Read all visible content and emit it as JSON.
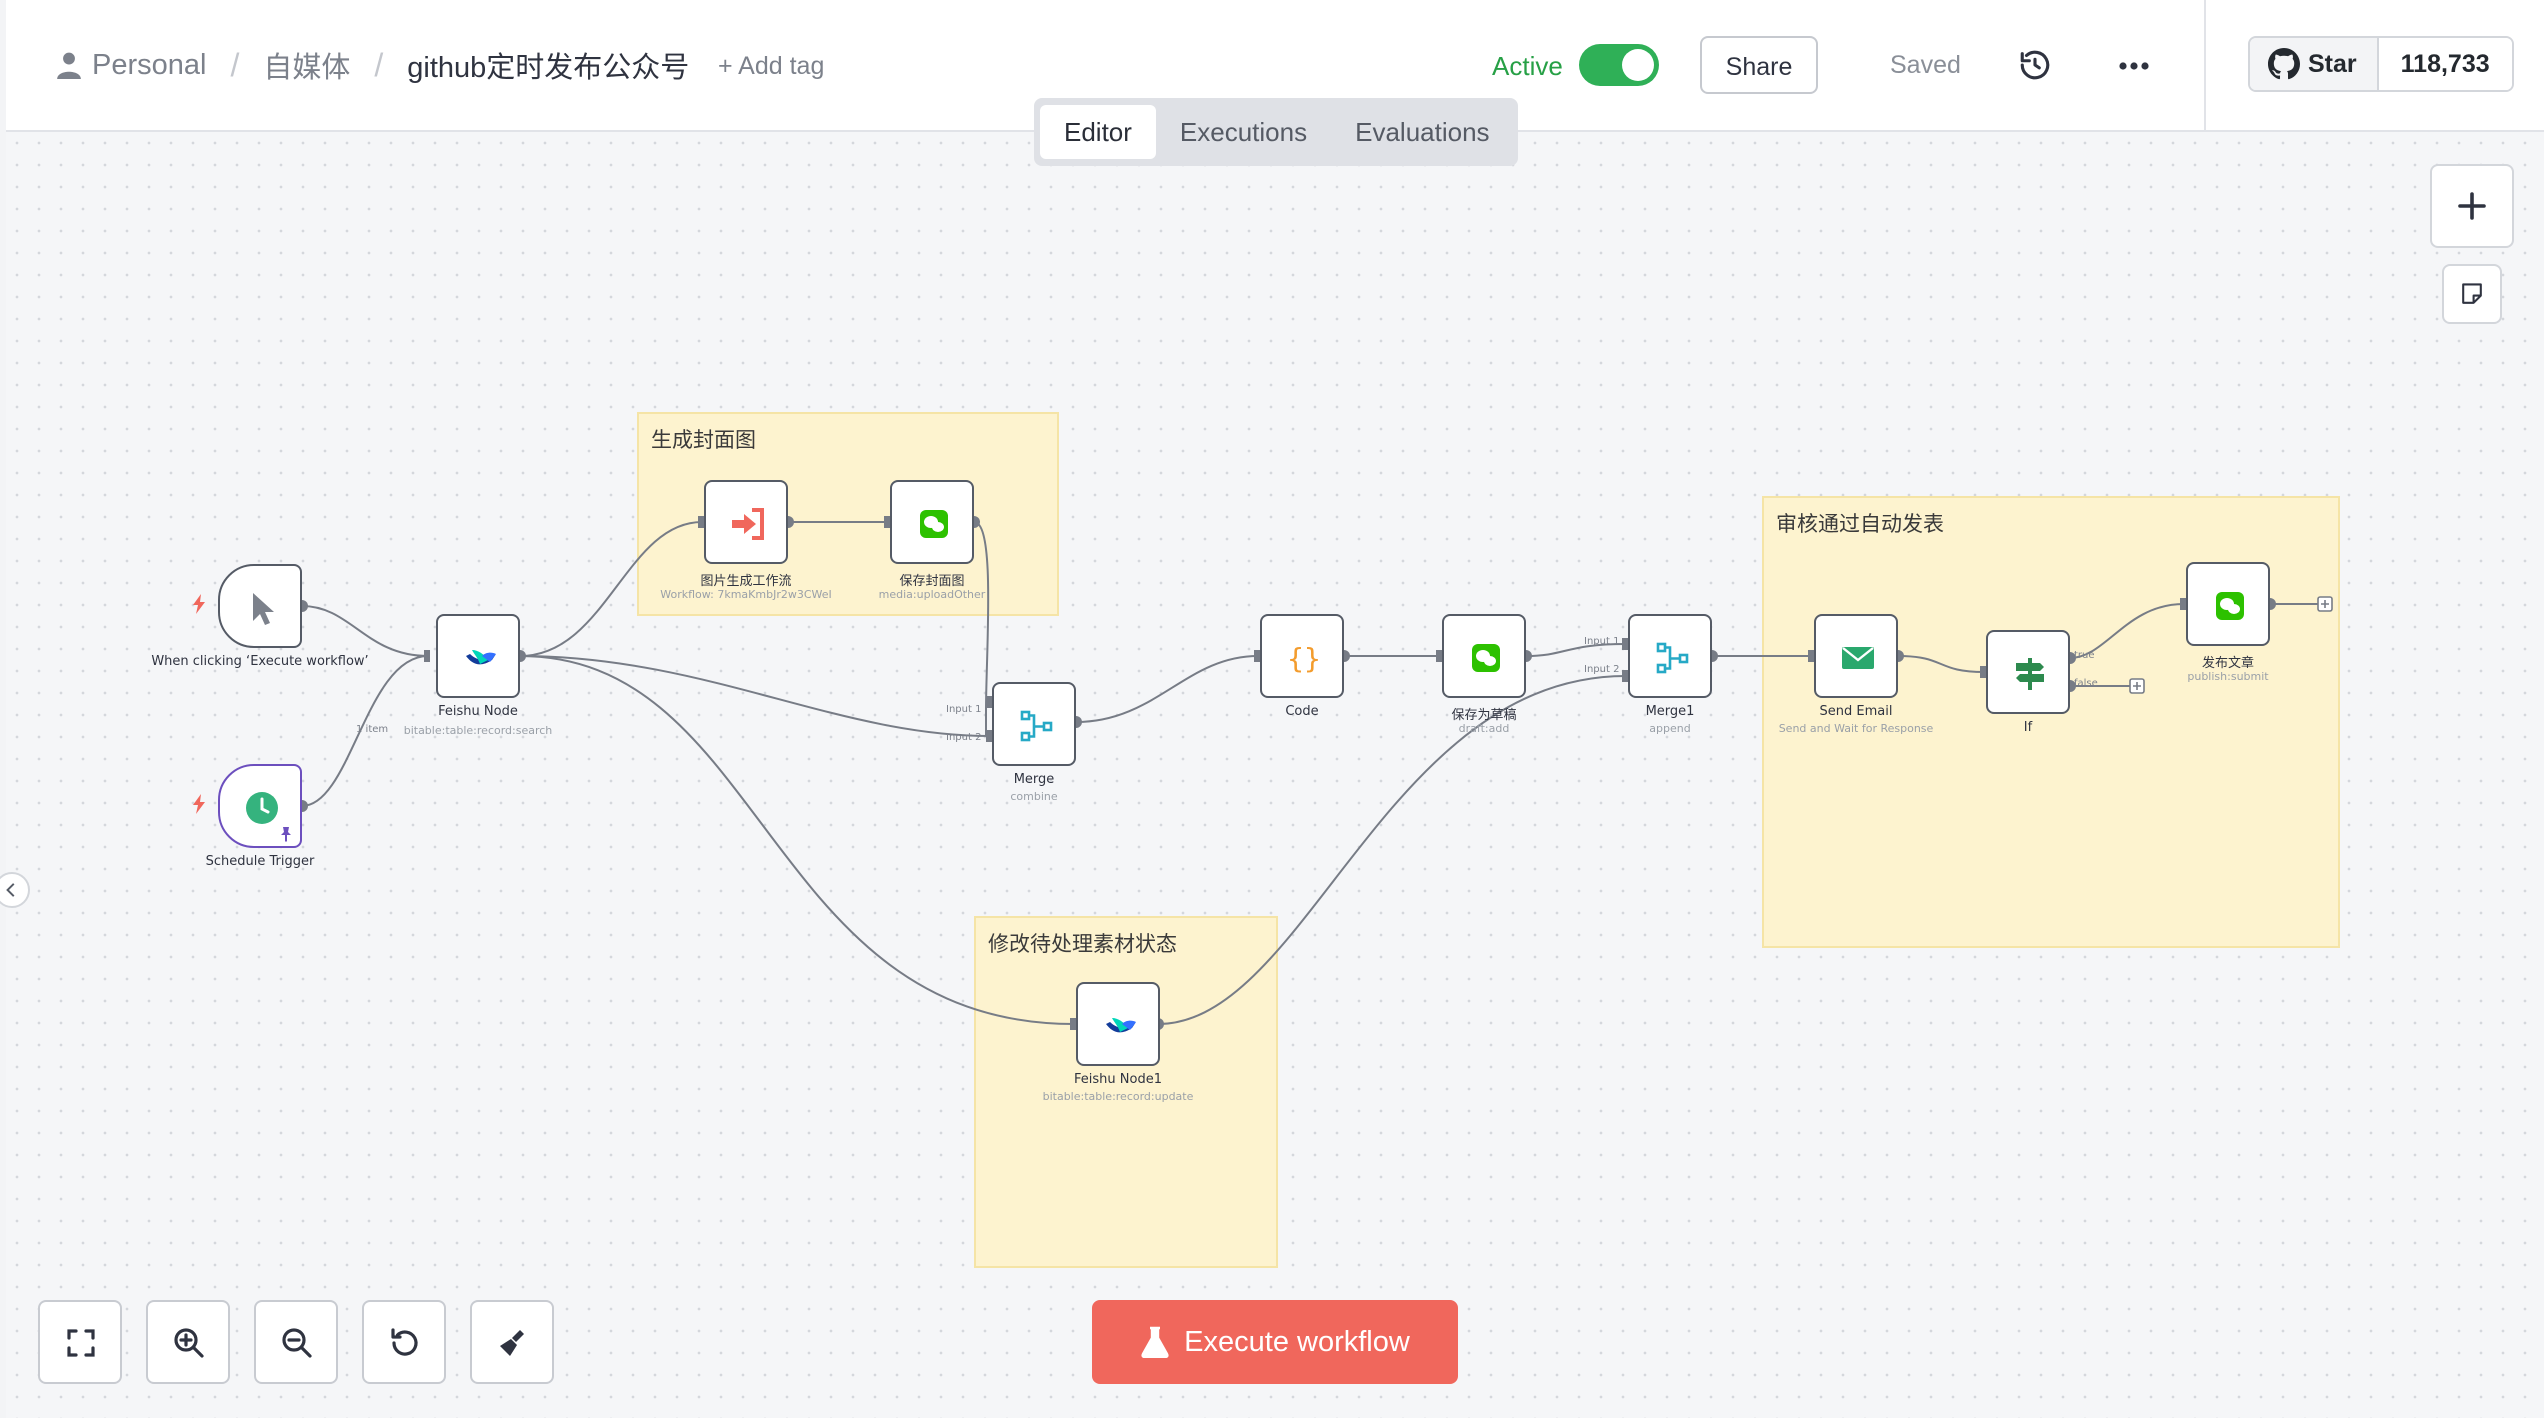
{
  "header": {
    "breadcrumb": [
      "Personal",
      "自媒体",
      "github定时发布公众号"
    ],
    "add_tag": "+ Add tag",
    "active_label": "Active",
    "active": true,
    "share_label": "Share",
    "saved_label": "Saved",
    "star_label": "Star",
    "star_count": "118,733"
  },
  "tabs": [
    {
      "label": "Editor",
      "active": true
    },
    {
      "label": "Executions",
      "active": false
    },
    {
      "label": "Evaluations",
      "active": false
    }
  ],
  "stickies": {
    "cover": "生成封面图",
    "review": "审核通过自动发表",
    "status": "修改待处理素材状态"
  },
  "nodes": {
    "manual_trigger": {
      "label": "When clicking ‘Execute workflow’",
      "icon": "cursor-icon"
    },
    "schedule_trigger": {
      "label": "Schedule Trigger",
      "icon": "clock-icon"
    },
    "feishu_node": {
      "label": "Feishu Node",
      "sub": "bitable:table:record:search",
      "icon": "feishu-icon"
    },
    "image_workflow": {
      "label": "图片生成工作流",
      "sub": "Workflow: 7kmaKmbJr2w3CWeI",
      "icon": "execute-workflow-icon"
    },
    "save_cover": {
      "label": "保存封面图",
      "sub": "media:uploadOther",
      "icon": "wechat-icon"
    },
    "merge": {
      "label": "Merge",
      "sub": "combine",
      "icon": "merge-icon"
    },
    "code": {
      "label": "Code",
      "icon": "code-icon"
    },
    "save_draft": {
      "label": "保存为草稿",
      "sub": "draft:add",
      "icon": "wechat-icon"
    },
    "merge1": {
      "label": "Merge1",
      "sub": "append",
      "icon": "merge-icon"
    },
    "send_email": {
      "label": "Send Email",
      "sub": "Send and Wait for Response",
      "icon": "email-icon"
    },
    "if": {
      "label": "If",
      "icon": "signpost-icon"
    },
    "publish": {
      "label": "发布文章",
      "sub": "publish:submit",
      "icon": "wechat-icon"
    },
    "feishu_node1": {
      "label": "Feishu Node1",
      "sub": "bitable:table:record:update",
      "icon": "feishu-icon"
    }
  },
  "handles": {
    "one_item": "1 item",
    "input1": "Input 1",
    "input2": "Input 2",
    "true": "true",
    "false": "false"
  },
  "execute_label": "Execute workflow",
  "colors": {
    "active_green": "#2fb057",
    "execute": "#f0675c",
    "sticky": "#fdf3cf",
    "wechat": "#2dc100"
  }
}
